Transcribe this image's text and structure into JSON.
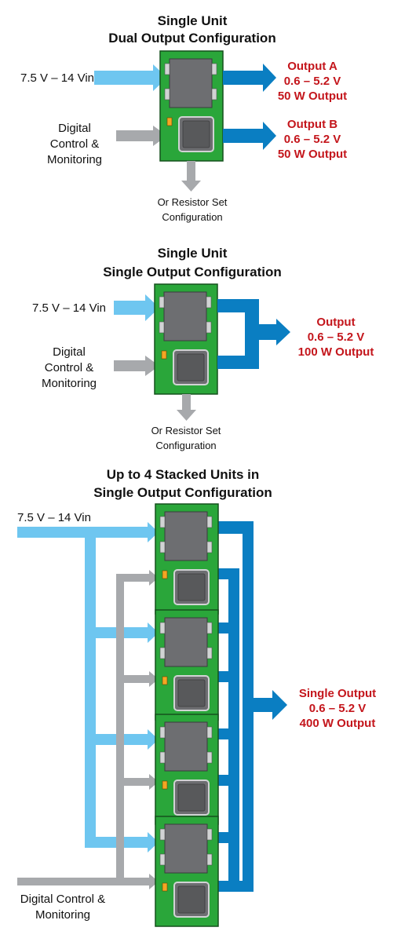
{
  "colors": {
    "input_arrow": "#6ec6f0",
    "control_arrow": "#a7a9ac",
    "output_arrow": "#0a7ec2",
    "board_green": "#2aa63a",
    "chip_gray": "#6d6e71",
    "output_text": "#c4161c"
  },
  "section1": {
    "title_line1": "Single Unit",
    "title_line2": "Dual Output Configuration",
    "input_label": "7.5 V – 14 Vin",
    "control_label_line1": "Digital",
    "control_label_line2": "Control &",
    "control_label_line3": "Monitoring",
    "resistor_line1": "Or Resistor Set",
    "resistor_line2": "Configuration",
    "output_a_line1": "Output A",
    "output_a_line2": "0.6 – 5.2 V",
    "output_a_line3": "50 W Output",
    "output_b_line1": "Output B",
    "output_b_line2": "0.6 – 5.2 V",
    "output_b_line3": "50 W Output"
  },
  "section2": {
    "title_line1": "Single Unit",
    "title_line2": "Single Output Configuration",
    "input_label": "7.5 V – 14 Vin",
    "control_label_line1": "Digital",
    "control_label_line2": "Control &",
    "control_label_line3": "Monitoring",
    "resistor_line1": "Or Resistor Set",
    "resistor_line2": "Configuration",
    "output_line1": "Output",
    "output_line2": "0.6 – 5.2 V",
    "output_line3": "100 W Output"
  },
  "section3": {
    "title_line1": "Up to 4 Stacked Units in",
    "title_line2": "Single Output Configuration",
    "input_label": "7.5 V – 14 Vin",
    "control_label_line1": "Digital Control &",
    "control_label_line2": "Monitoring",
    "output_line1": "Single Output",
    "output_line2": "0.6 – 5.2 V",
    "output_line3": "400 W Output"
  }
}
